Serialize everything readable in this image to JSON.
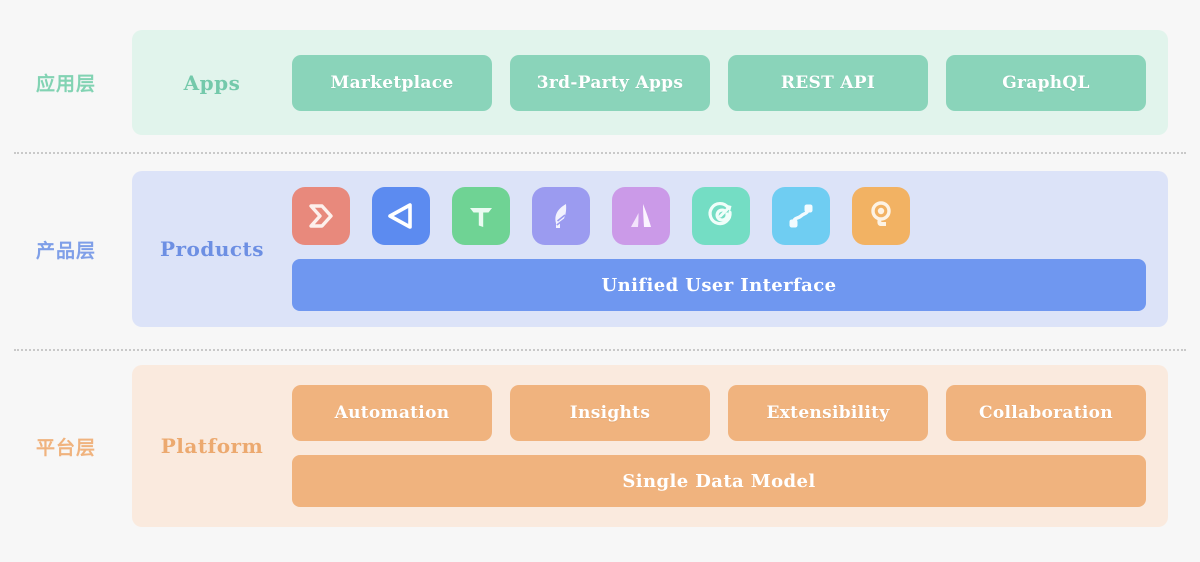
{
  "layers": [
    {
      "side_label": "应用层",
      "title": "Apps",
      "accent": "#8ad4ba",
      "band_bg": "#e1f4ec",
      "chips": [
        "Marketplace",
        "3rd-Party Apps",
        "REST API",
        "GraphQL"
      ]
    },
    {
      "side_label": "产品层",
      "title": "Products",
      "accent": "#6f97f0",
      "band_bg": "#dce3f8",
      "wide_bar": "Unified User Interface",
      "icons": [
        {
          "name": "chevron-arrow-icon",
          "color": "#e8897c"
        },
        {
          "name": "triangle-left-icon",
          "color": "#5c8bf0"
        },
        {
          "name": "letter-t-icon",
          "color": "#6fd394"
        },
        {
          "name": "feather-icon",
          "color": "#9b9bf0"
        },
        {
          "name": "mountain-a-icon",
          "color": "#cb9ae8"
        },
        {
          "name": "target-arrow-icon",
          "color": "#74ddc4"
        },
        {
          "name": "workflow-curve-icon",
          "color": "#6fcdf2"
        },
        {
          "name": "person-pin-icon",
          "color": "#f2b263"
        }
      ]
    },
    {
      "side_label": "平台层",
      "title": "Platform",
      "accent": "#f0b37e",
      "band_bg": "#faeade",
      "chips": [
        "Automation",
        "Insights",
        "Extensibility",
        "Collaboration"
      ],
      "wide_bar": "Single Data Model"
    }
  ]
}
